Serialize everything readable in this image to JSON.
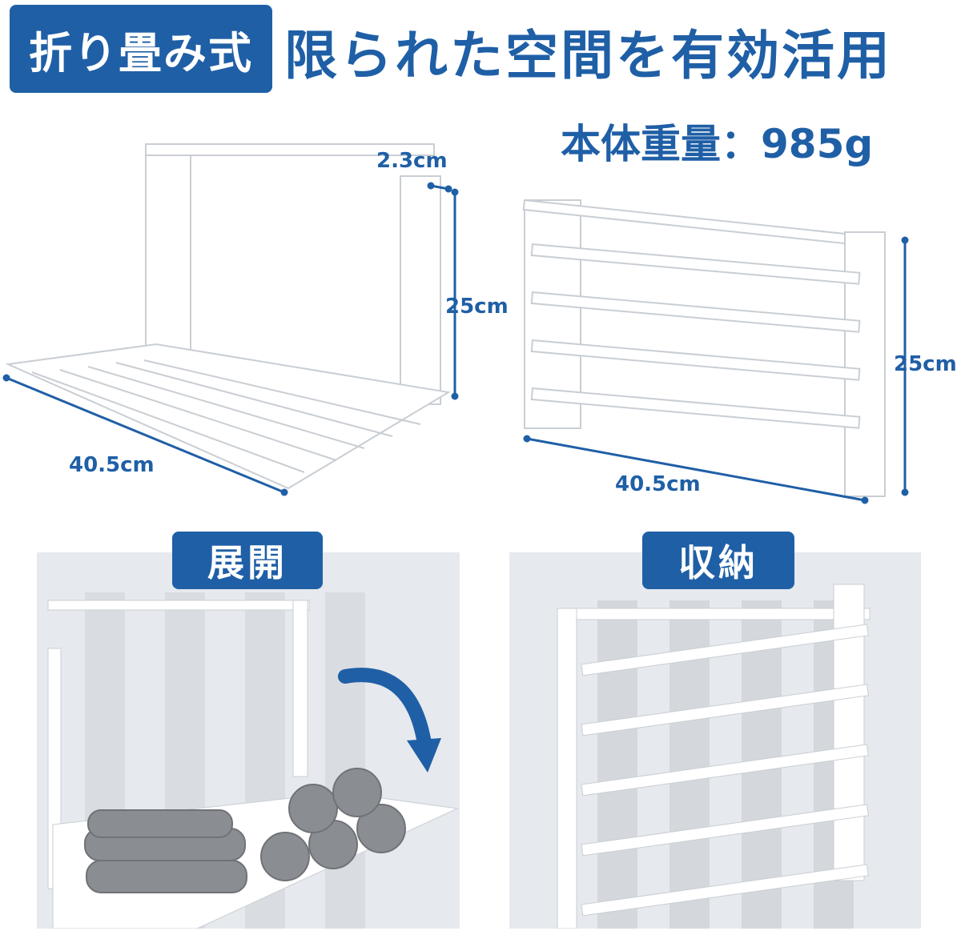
{
  "header": {
    "tag": "折り畳み式",
    "headline": "限られた空間を有効活用"
  },
  "weight_label": "本体重量：985g",
  "dimensions_open": {
    "depth": "2.3cm",
    "height": "25cm",
    "width": "40.5cm"
  },
  "dimensions_folded": {
    "height": "25cm",
    "width": "40.5cm"
  },
  "panels": {
    "open_label": "展開",
    "folded_label": "収納"
  },
  "colors": {
    "brand_blue": "#1f5fa6",
    "rack_white": "#ffffff",
    "towel_gray": "#8a8d92"
  },
  "icons": [
    "curved-arrow-icon"
  ]
}
